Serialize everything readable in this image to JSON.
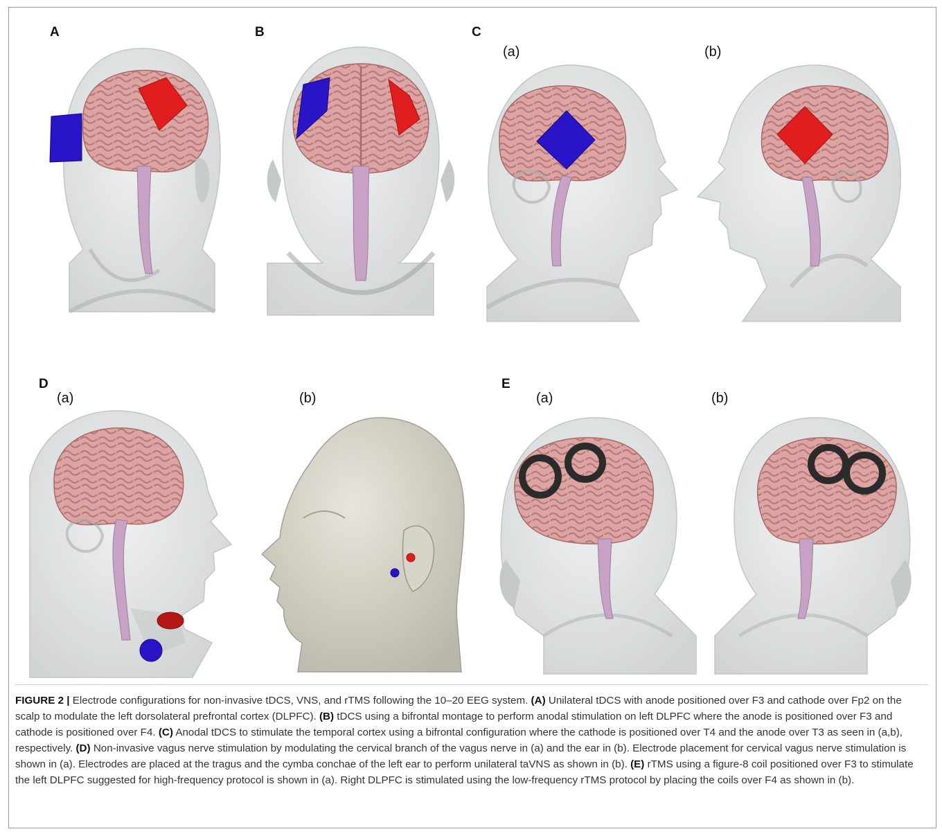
{
  "panels": {
    "A": "A",
    "B": "B",
    "C": "C",
    "D": "D",
    "E": "E"
  },
  "sublabels": {
    "C_a": "(a)",
    "C_b": "(b)",
    "D_a": "(a)",
    "D_b": "(b)",
    "E_a": "(a)",
    "E_b": "(b)"
  },
  "colors": {
    "anode": "#e01e1e",
    "cathode": "#2a14c8",
    "brain": "#d9a0a0",
    "brainstem": "#c7a2c4",
    "head": "#d9dcdc",
    "coil": "#2b2b2b"
  },
  "caption": {
    "label": "FIGURE 2 |",
    "intro": " Electrode configurations for non-invasive tDCS, VNS, and rTMS following the 10–20 EEG system. ",
    "a_tag": "(A)",
    "a_text": " Unilateral tDCS with anode positioned over F3 and cathode over Fp2 on the scalp to modulate the left dorsolateral prefrontal cortex (DLPFC). ",
    "b_tag": "(B)",
    "b_text": " tDCS using a bifrontal montage to perform anodal stimulation on left DLPFC where the anode is positioned over F3 and cathode is positioned over F4. ",
    "c_tag": "(C)",
    "c_text": " Anodal tDCS to stimulate the temporal cortex using a bifrontal configuration where the cathode is positioned over T4 and the anode over T3 as seen in (a,b), respectively. ",
    "d_tag": "(D)",
    "d_text": " Non-invasive vagus nerve stimulation by modulating the cervical branch of the vagus nerve in (a) and the ear in (b). Electrode placement for cervical vagus nerve stimulation is shown in (a). Electrodes are placed at the tragus and the cymba conchae of the left ear to perform unilateral taVNS as shown in (b). ",
    "e_tag": "(E)",
    "e_text": " rTMS using a figure-8 coil positioned over F3 to stimulate the left DLPFC suggested for high-frequency protocol is shown in (a). Right DLPFC is stimulated using the low-frequency rTMS protocol by placing the coils over F4 as shown in (b)."
  }
}
